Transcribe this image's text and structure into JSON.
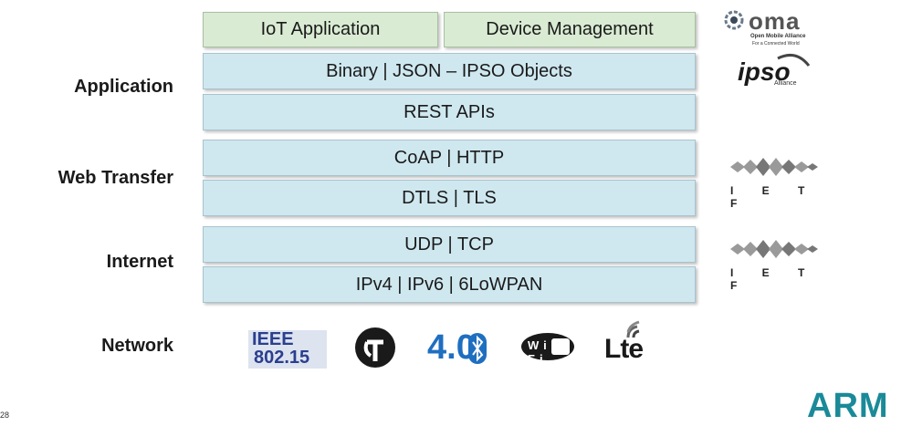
{
  "layers": {
    "application": "Application",
    "web_transfer": "Web Transfer",
    "internet": "Internet",
    "network": "Network"
  },
  "boxes": {
    "iot_application": "IoT Application",
    "device_management": "Device Management",
    "binary_json": "Binary | JSON – IPSO Objects",
    "rest_apis": "REST APIs",
    "coap_http": "CoAP | HTTP",
    "dtls_tls": "DTLS | TLS",
    "udp_tcp": "UDP | TCP",
    "ipv4_ipv6": "IPv4 |  IPv6 | 6LoWPAN"
  },
  "logos": {
    "oma": {
      "name": "oma",
      "line1": "Open Mobile Alliance",
      "line2": "For a Connected World"
    },
    "ipso": {
      "name": "ipso",
      "sub": "Alliance"
    },
    "ietf_1": {
      "letters": "I E T F"
    },
    "ietf_2": {
      "letters": "I E T F"
    },
    "ieee": {
      "line1": "IEEE",
      "line2": "802.15"
    },
    "bluetooth": {
      "version": "4.0"
    },
    "wifi": {
      "text": "Wi Fi"
    },
    "lte": {
      "text": "Lte"
    },
    "arm": {
      "text": "ARM"
    }
  },
  "page_number": "28",
  "colors": {
    "green_box": "#d9ebd3",
    "blue_box": "#cfe8f0",
    "ieee_blue": "#2a3f8f",
    "bluetooth_blue": "#1f6fc0",
    "arm_teal": "#1a8a98"
  }
}
